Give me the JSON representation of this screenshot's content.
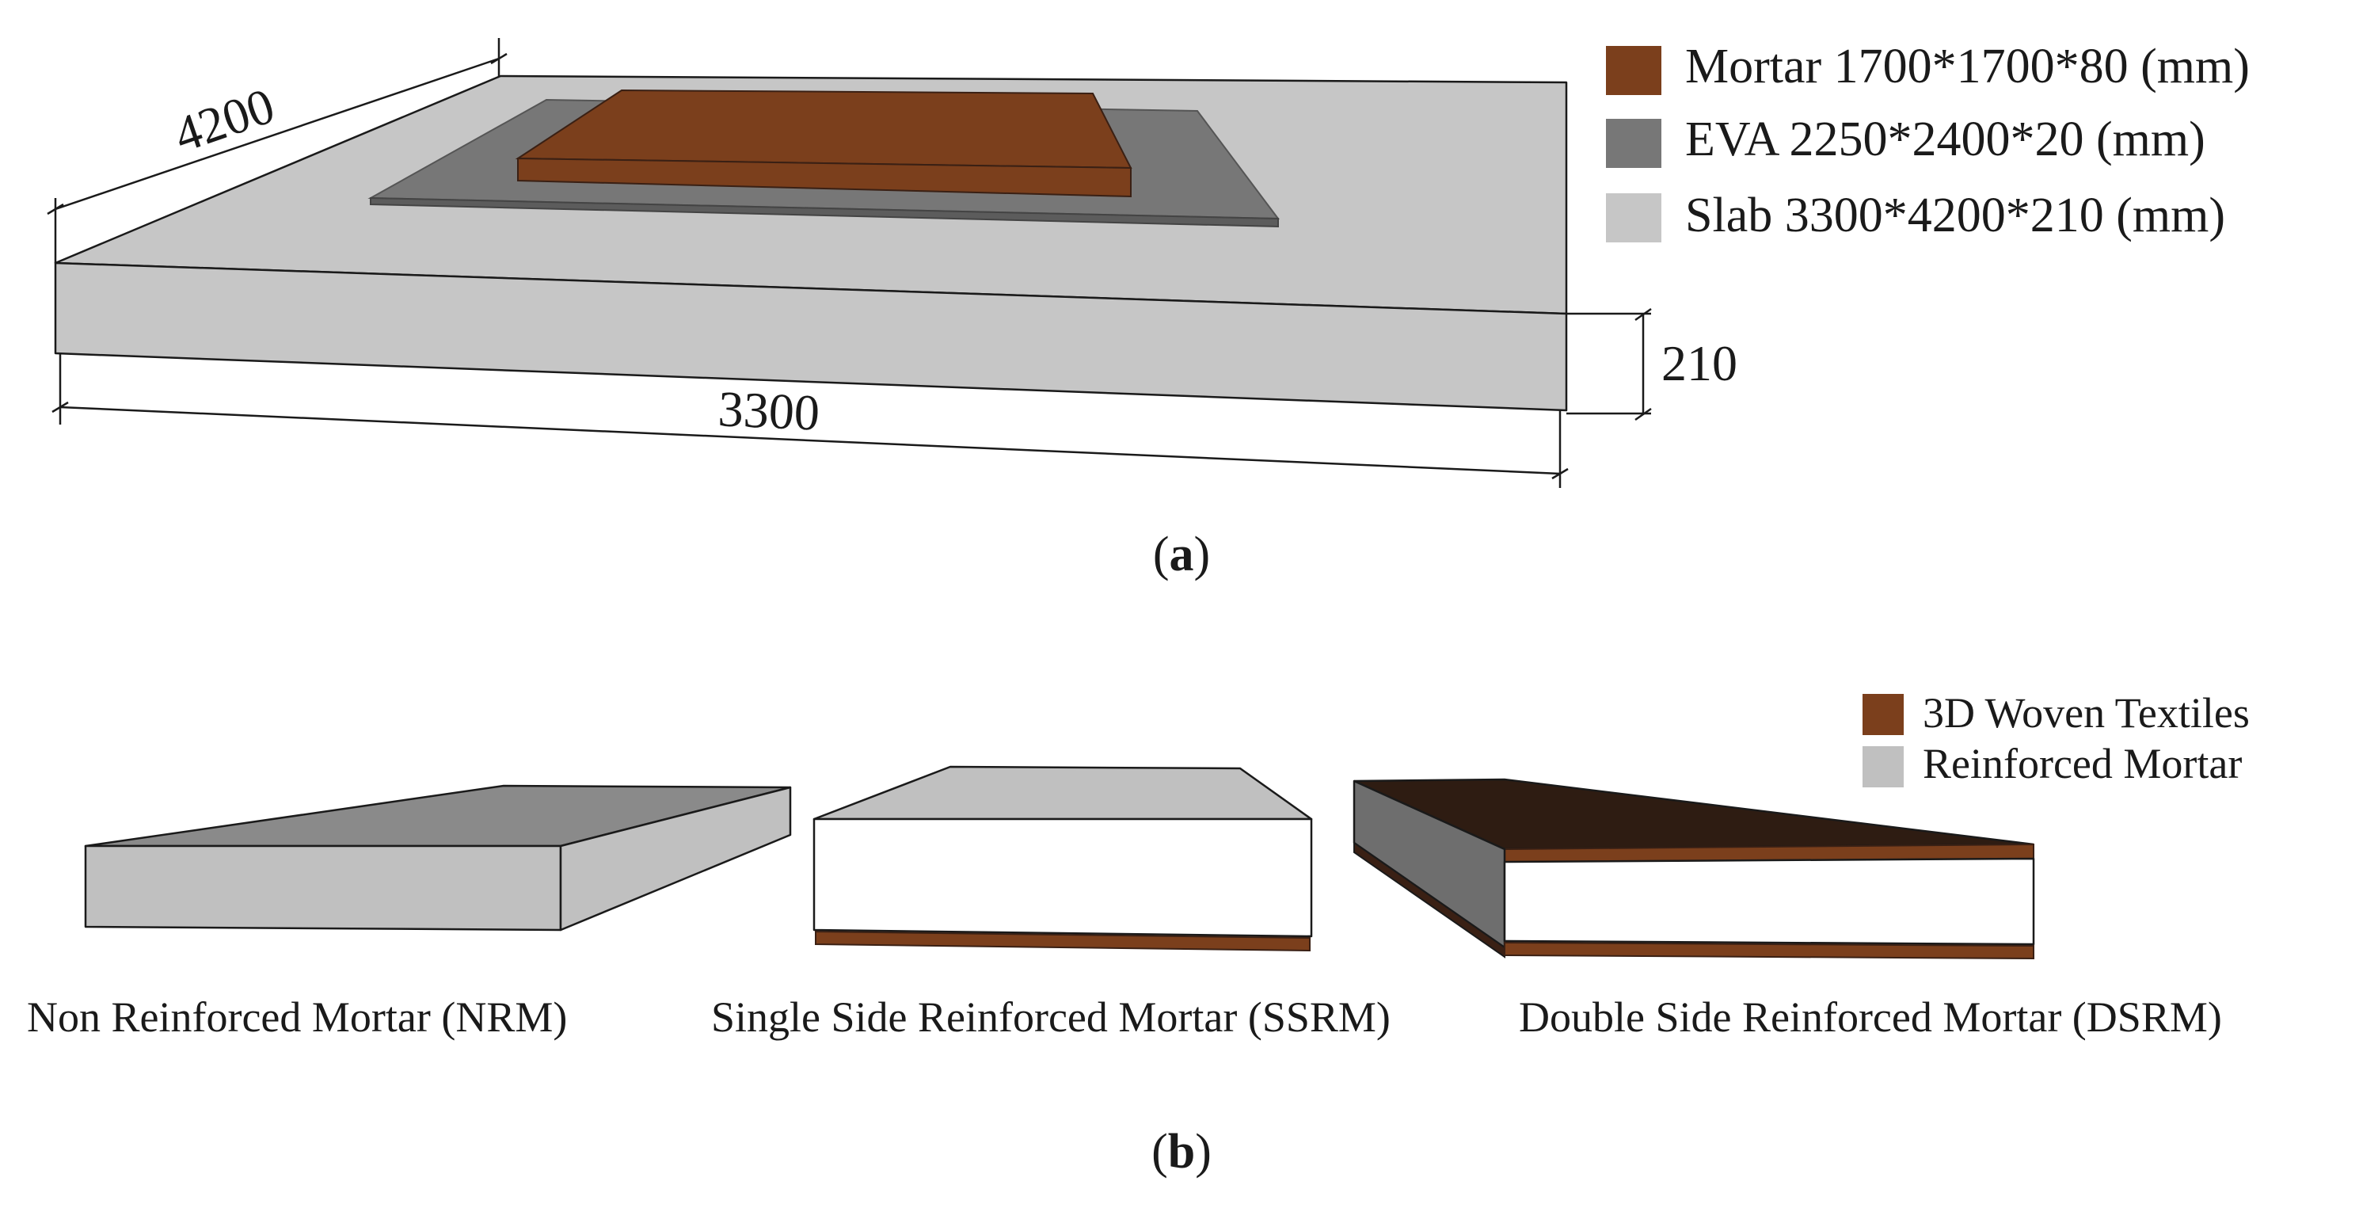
{
  "panel_a": {
    "label": "(a)",
    "label_letter": "a",
    "dimensions": {
      "depth": "4200",
      "width": "3300",
      "thickness": "210"
    },
    "legend": [
      {
        "label": "Mortar 1700*1700*80 (mm)",
        "color": "#7b3f1c"
      },
      {
        "label": "EVA 2250*2400*20 (mm)",
        "color": "#777777"
      },
      {
        "label": "Slab 3300*4200*210 (mm)",
        "color": "#c6c6c6"
      }
    ]
  },
  "panel_b": {
    "label": "(b)",
    "label_letter": "b",
    "legend": [
      {
        "label": "3D Woven Textiles",
        "color": "#7b3f1c"
      },
      {
        "label": "Reinforced Mortar",
        "color": "#c0c0c0"
      }
    ],
    "specimens": [
      {
        "caption": "Non Reinforced Mortar (NRM)"
      },
      {
        "caption": "Single Side Reinforced Mortar (SSRM)"
      },
      {
        "caption": "Double Side Reinforced Mortar (DSRM)"
      }
    ]
  },
  "colors": {
    "mortar": "#7b3f1c",
    "mortar_dark": "#3a2014",
    "eva": "#777777",
    "slab": "#c6c6c6",
    "white": "#ffffff"
  }
}
